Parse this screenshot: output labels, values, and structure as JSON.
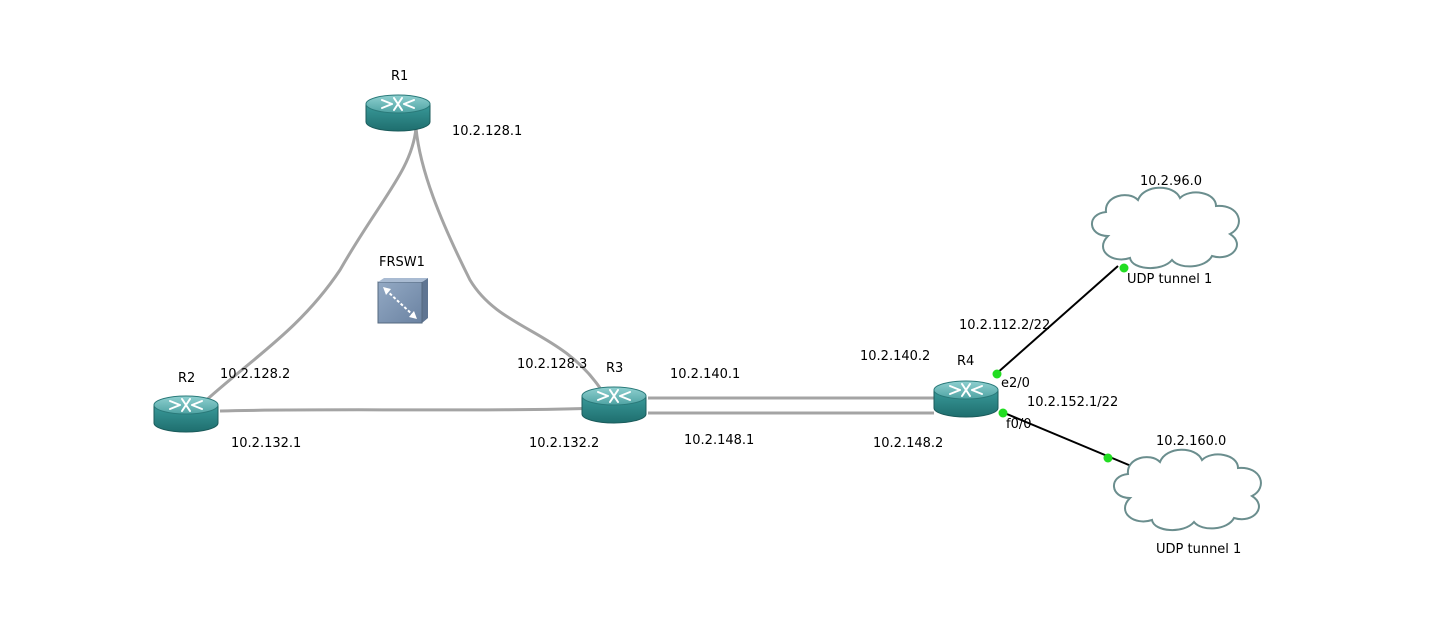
{
  "nodes": {
    "r1": {
      "name": "R1",
      "icon": "router-icon"
    },
    "r2": {
      "name": "R2",
      "icon": "router-icon"
    },
    "r3": {
      "name": "R3",
      "icon": "router-icon"
    },
    "r4": {
      "name": "R4",
      "icon": "router-icon"
    },
    "frsw1": {
      "name": "FRSW1",
      "icon": "frame-relay-switch-icon"
    },
    "cloud_top": {
      "name": "10.2.96.0",
      "caption": "UDP tunnel 1",
      "icon": "cloud-icon"
    },
    "cloud_bottom": {
      "name": "10.2.160.0",
      "caption": "UDP tunnel 1",
      "icon": "cloud-icon"
    }
  },
  "addresses": {
    "r1": "10.2.128.1",
    "r2_frame": "10.2.128.2",
    "r2_serial": "10.2.132.1",
    "r3_frame": "10.2.128.3",
    "r3_serial": "10.2.132.2",
    "r3_link_a": "10.2.140.1",
    "r3_link_b": "10.2.148.1",
    "r4_link_a": "10.2.140.2",
    "r4_link_b": "10.2.148.2",
    "r4_e20": "10.2.112.2/22",
    "r4_f00": "10.2.152.1/22"
  },
  "interfaces": {
    "r4_e20": "e2/0",
    "r4_f00": "f0/0"
  },
  "colors": {
    "router_body": "#2e8c8c",
    "router_top": "#5fb1b1",
    "serial_link": "#9a9a9a",
    "ethernet_link": "#000000",
    "port_dot": "#22dd22",
    "cloud_stroke": "#6b8e8e",
    "switch_face": "#7d94b0"
  }
}
